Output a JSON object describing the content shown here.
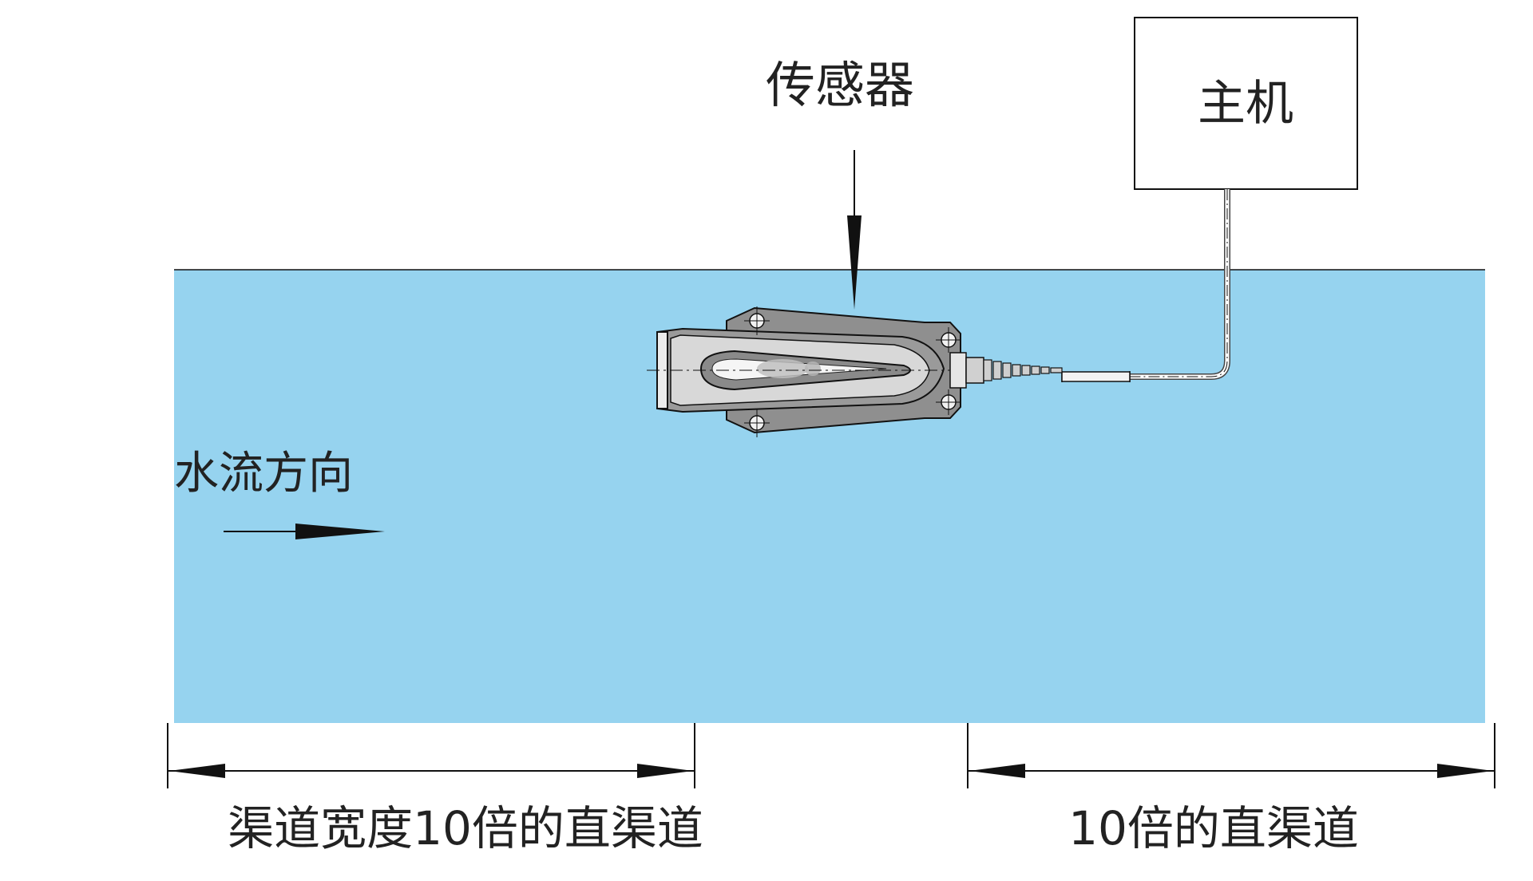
{
  "labels": {
    "sensor": "传感器",
    "host": "主机",
    "flow_direction": "水流方向",
    "upstream_straight": "渠道宽度10倍的直渠道",
    "downstream_straight": "10倍的直渠道"
  },
  "colors": {
    "water": "#96d3ef",
    "line": "#111111",
    "sensor_body": "#8f8f8f",
    "sensor_inner": "#d8d8d8",
    "background": "#ffffff"
  },
  "icons": {
    "sensor": "sensor-probe-icon",
    "host": "host-box-icon",
    "flow_arrow": "arrow-right-icon"
  }
}
